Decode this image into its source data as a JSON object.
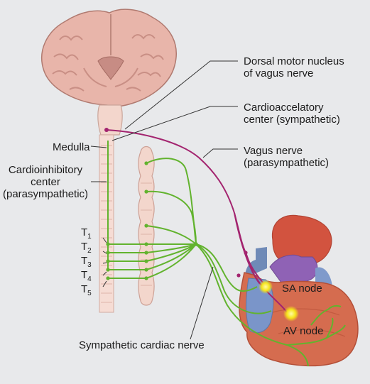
{
  "labels": {
    "dorsal_motor_nucleus": [
      "Dorsal motor nucleus",
      "of vagus nerve"
    ],
    "cardioacceleratory_center": [
      "Cardioaccelatory",
      "center (sympathetic)"
    ],
    "vagus_nerve": [
      "Vagus nerve",
      "(parasympathetic)"
    ],
    "medulla": "Medulla",
    "cardioinhibitory_center": [
      "Cardioinhibitory",
      "center",
      "(parasympathetic)"
    ],
    "sa_node": "SA node",
    "av_node": "AV node",
    "sympathetic_cardiac_nerve": "Sympathetic cardiac nerve"
  },
  "spinal_levels": [
    {
      "letter": "T",
      "num": "1"
    },
    {
      "letter": "T",
      "num": "2"
    },
    {
      "letter": "T",
      "num": "3"
    },
    {
      "letter": "T",
      "num": "4"
    },
    {
      "letter": "T",
      "num": "5"
    }
  ],
  "colors": {
    "background": "#e8e9eb",
    "brain": "#e8b5aa",
    "sympathetic_nerve": "#62b32e",
    "parasympathetic_nerve": "#a3246f",
    "node": "#f6e51a",
    "heart": "#d56c4f"
  }
}
